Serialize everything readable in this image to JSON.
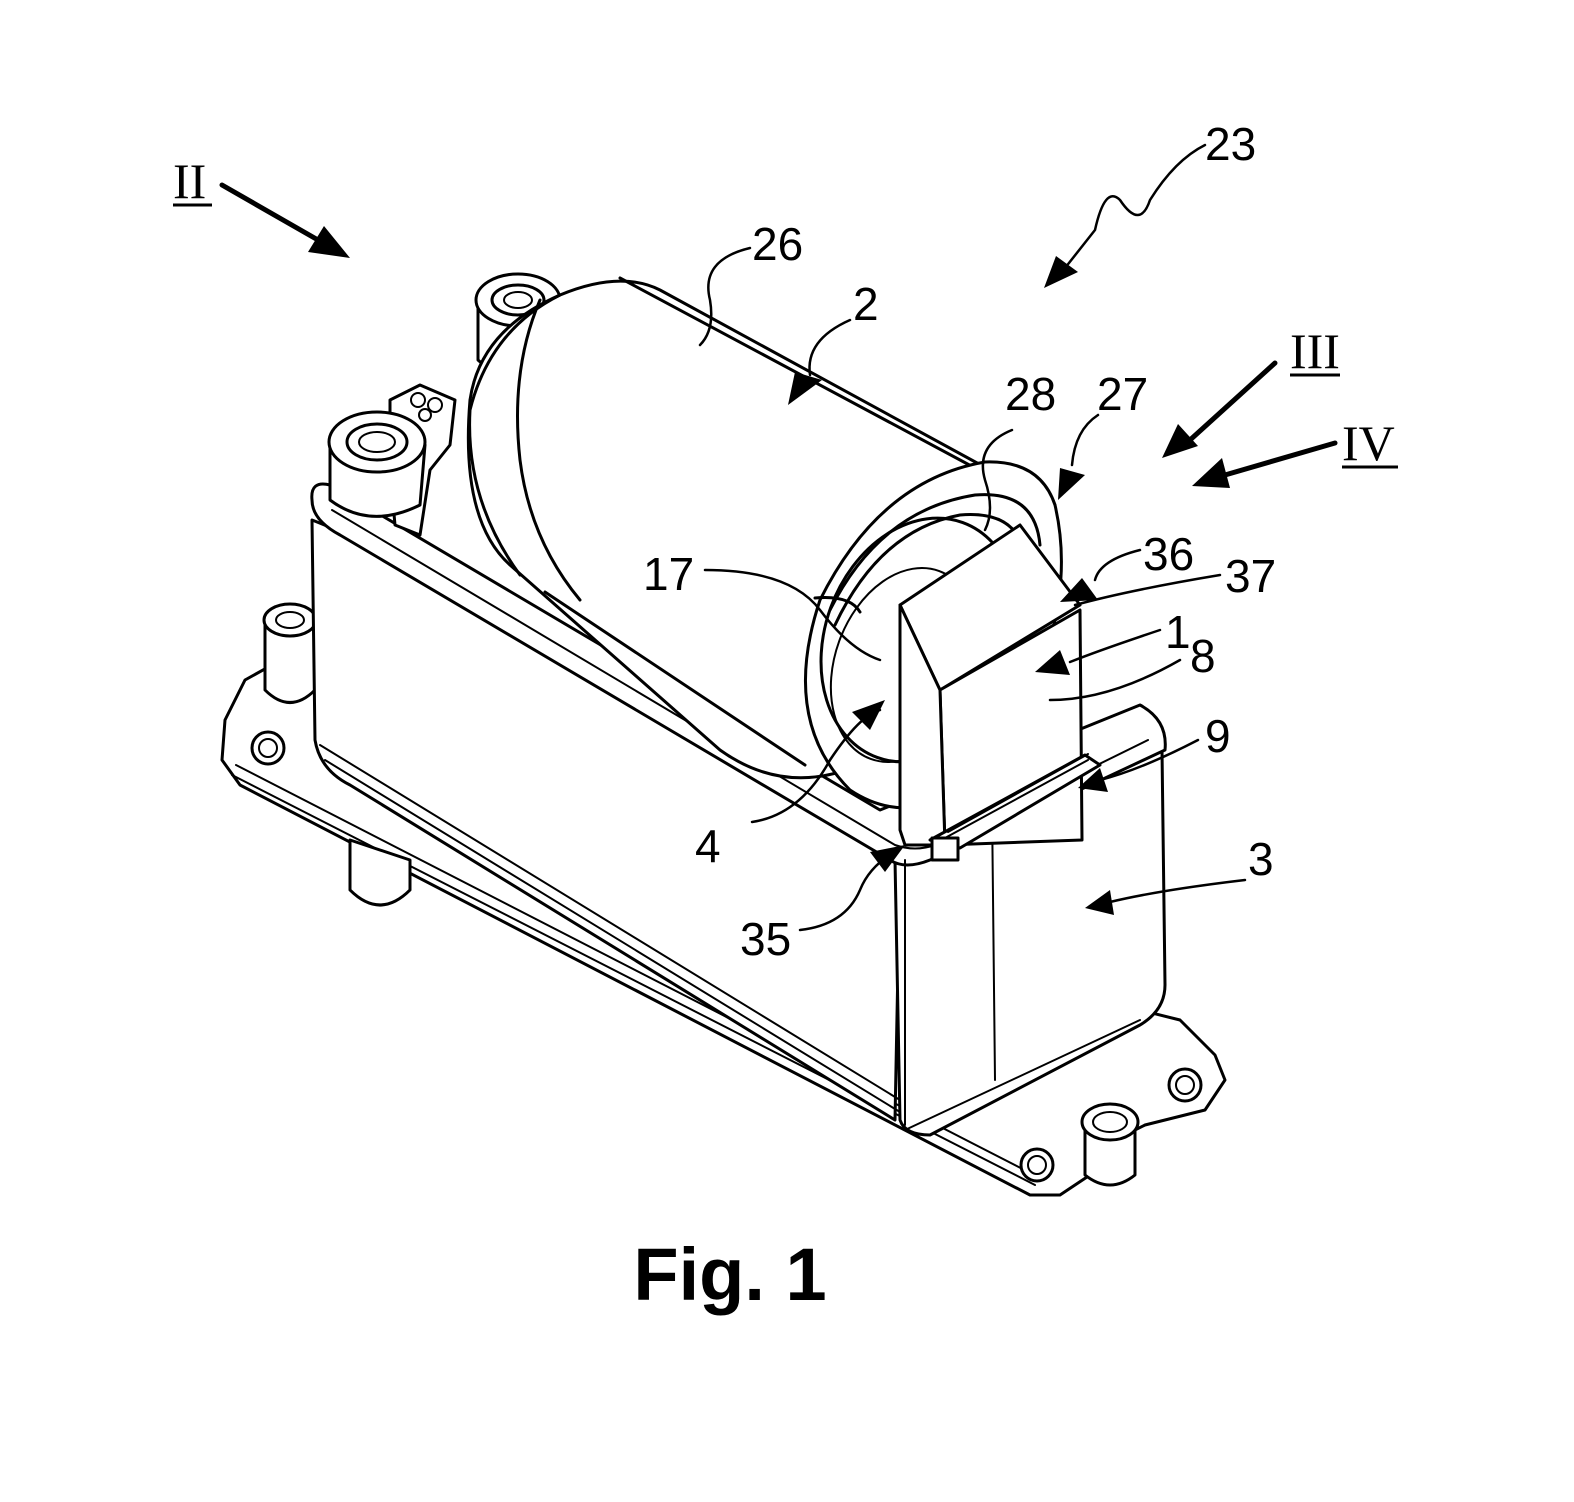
{
  "figure": {
    "caption": "Fig. 1",
    "view_labels": {
      "view_II": "II",
      "view_III": "III",
      "view_IV": "IV"
    },
    "reference_numerals": {
      "r23": "23",
      "r26": "26",
      "r2": "2",
      "r28": "28",
      "r27": "27",
      "r17": "17",
      "r36": "36",
      "r37": "37",
      "r1": "1",
      "r8": "8",
      "r9": "9",
      "r4": "4",
      "r3": "3",
      "r35": "35"
    }
  }
}
